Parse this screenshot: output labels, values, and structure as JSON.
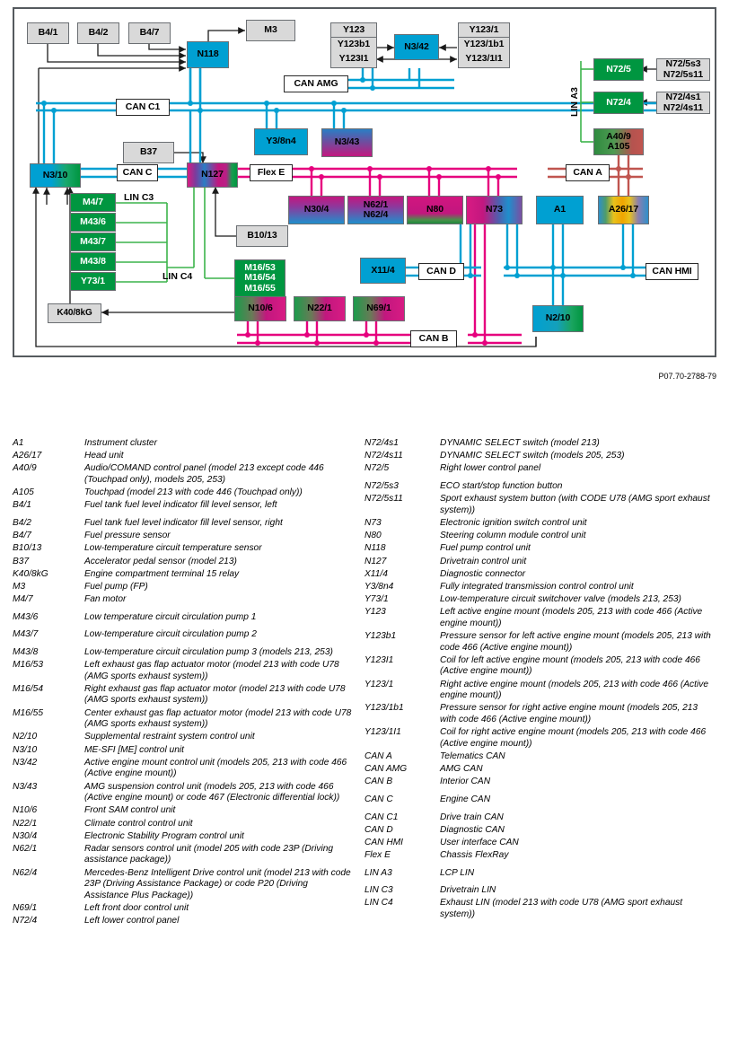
{
  "figure": {
    "reference": "P07.70-2788-79"
  },
  "diagram": {
    "nodes": [
      {
        "id": "B4/1",
        "label": "B4/1"
      },
      {
        "id": "B4/2",
        "label": "B4/2"
      },
      {
        "id": "B4/7",
        "label": "B4/7"
      },
      {
        "id": "M3",
        "label": "M3"
      },
      {
        "id": "N118",
        "label": "N118"
      },
      {
        "id": "Y123",
        "label": "Y123"
      },
      {
        "id": "Y123b1",
        "label": "Y123b1"
      },
      {
        "id": "Y123I1",
        "label": "Y123I1"
      },
      {
        "id": "N3/42",
        "label": "N3/42"
      },
      {
        "id": "Y123/1",
        "label": "Y123/1"
      },
      {
        "id": "Y123/1b1",
        "label": "Y123/1b1"
      },
      {
        "id": "Y123/1I1",
        "label": "Y123/1I1"
      },
      {
        "id": "N72/5",
        "label": "N72/5"
      },
      {
        "id": "N72/5s3",
        "label": "N72/5s3"
      },
      {
        "id": "N72/5s11",
        "label": "N72/5s11"
      },
      {
        "id": "N72/4",
        "label": "N72/4"
      },
      {
        "id": "N72/4s1",
        "label": "N72/4s1"
      },
      {
        "id": "N72/4s11",
        "label": "N72/4s11"
      },
      {
        "id": "A40/9",
        "label": "A40/9"
      },
      {
        "id": "A105",
        "label": "A105"
      },
      {
        "id": "Y3/8n4",
        "label": "Y3/8n4"
      },
      {
        "id": "N3/43",
        "label": "N3/43"
      },
      {
        "id": "B37",
        "label": "B37"
      },
      {
        "id": "N3/10",
        "label": "N3/10"
      },
      {
        "id": "N127",
        "label": "N127"
      },
      {
        "id": "M4/7",
        "label": "M4/7"
      },
      {
        "id": "M43/6",
        "label": "M43/6"
      },
      {
        "id": "M43/7",
        "label": "M43/7"
      },
      {
        "id": "M43/8",
        "label": "M43/8"
      },
      {
        "id": "Y73/1",
        "label": "Y73/1"
      },
      {
        "id": "B10/13",
        "label": "B10/13"
      },
      {
        "id": "M16/53",
        "label": "M16/53"
      },
      {
        "id": "M16/54",
        "label": "M16/54"
      },
      {
        "id": "M16/55",
        "label": "M16/55"
      },
      {
        "id": "N30/4",
        "label": "N30/4"
      },
      {
        "id": "N62/1",
        "label": "N62/1"
      },
      {
        "id": "N62/4",
        "label": "N62/4"
      },
      {
        "id": "N80",
        "label": "N80"
      },
      {
        "id": "N73",
        "label": "N73"
      },
      {
        "id": "A1",
        "label": "A1"
      },
      {
        "id": "A26/17",
        "label": "A26/17"
      },
      {
        "id": "X11/4",
        "label": "X11/4"
      },
      {
        "id": "K40/8kG",
        "label": "K40/8kG"
      },
      {
        "id": "N10/6",
        "label": "N10/6"
      },
      {
        "id": "N22/1",
        "label": "N22/1"
      },
      {
        "id": "N69/1",
        "label": "N69/1"
      },
      {
        "id": "N2/10",
        "label": "N2/10"
      }
    ],
    "bus_labels": [
      {
        "id": "CAN C1",
        "label": "CAN C1"
      },
      {
        "id": "CAN AMG",
        "label": "CAN AMG"
      },
      {
        "id": "CAN C",
        "label": "CAN C"
      },
      {
        "id": "Flex E",
        "label": "Flex E"
      },
      {
        "id": "CAN A",
        "label": "CAN A"
      },
      {
        "id": "CAN D",
        "label": "CAN D"
      },
      {
        "id": "CAN HMI",
        "label": "CAN HMI"
      },
      {
        "id": "CAN B",
        "label": "CAN B"
      }
    ],
    "inline_labels": [
      {
        "id": "LIN A3",
        "label": "LIN A3"
      },
      {
        "id": "LIN C3",
        "label": "LIN C3"
      },
      {
        "id": "LIN C4",
        "label": "LIN C4"
      }
    ],
    "colors": {
      "can_blue": "#00a0d2",
      "flexray_pink": "#e6007e",
      "lin_green": "#3cb44b",
      "can_a_red": "#c0554f",
      "box_grey": "#d9d9d9",
      "frame_grey": "#555a5e"
    }
  },
  "legend": {
    "left": [
      {
        "key": "A1",
        "desc": "Instrument cluster",
        "gap": false
      },
      {
        "key": "A26/17",
        "desc": "Head unit",
        "gap": false
      },
      {
        "key": "A40/9",
        "desc": "Audio/COMAND control panel (model 213 except code 446 (Touchpad only), models 205, 253)",
        "gap": false
      },
      {
        "key": "A105",
        "desc": "Touchpad (model 213 with code 446 (Touchpad only))",
        "gap": false
      },
      {
        "key": "B4/1",
        "desc": "Fuel tank fuel level indicator fill level sensor, left",
        "gap": false
      },
      {
        "key": "B4/2",
        "desc": "Fuel tank fuel level indicator fill level sensor, right",
        "gap": true
      },
      {
        "key": "B4/7",
        "desc": "Fuel pressure sensor",
        "gap": false
      },
      {
        "key": "B10/13",
        "desc": "Low-temperature circuit temperature sensor",
        "gap": false
      },
      {
        "key": "B37",
        "desc": "Accelerator pedal sensor (model 213)",
        "gap": false
      },
      {
        "key": "K40/8kG",
        "desc": "Engine compartment terminal 15 relay",
        "gap": false
      },
      {
        "key": "M3",
        "desc": "Fuel pump (FP)",
        "gap": false
      },
      {
        "key": "M4/7",
        "desc": "Fan motor",
        "gap": false
      },
      {
        "key": "M43/6",
        "desc": "Low temperature circuit circulation pump 1",
        "gap": true
      },
      {
        "key": "M43/7",
        "desc": "Low-temperature circuit circulation pump 2",
        "gap": true
      },
      {
        "key": "M43/8",
        "desc": "Low-temperature circuit circulation pump 3 (models 213, 253)",
        "gap": true
      },
      {
        "key": "M16/53",
        "desc": "Left exhaust gas flap actuator motor (model 213 with code U78 (AMG sports exhaust system))",
        "gap": false
      },
      {
        "key": "M16/54",
        "desc": "Right exhaust gas flap actuator motor (model 213 with code U78 (AMG sports exhaust system))",
        "gap": false
      },
      {
        "key": "M16/55",
        "desc": "Center exhaust gas flap actuator motor (model 213 with code U78 (AMG sports exhaust system))",
        "gap": false
      },
      {
        "key": "N2/10",
        "desc": "Supplemental restraint system control unit",
        "gap": false
      },
      {
        "key": "N3/10",
        "desc": "ME-SFI [ME] control unit",
        "gap": false
      },
      {
        "key": "N3/42",
        "desc": "Active engine mount control unit (models 205, 213 with code 466 (Active engine mount))",
        "gap": false
      },
      {
        "key": "N3/43",
        "desc": "AMG suspension control unit (models 205, 213 with code 466 (Active engine mount) or code 467 (Electronic differential lock))",
        "gap": false
      },
      {
        "key": "N10/6",
        "desc": "Front SAM control unit",
        "gap": false
      },
      {
        "key": "N22/1",
        "desc": "Climate control control unit",
        "gap": false
      },
      {
        "key": "N30/4",
        "desc": "Electronic Stability Program control unit",
        "gap": false
      },
      {
        "key": "N62/1",
        "desc": "Radar sensors control unit (model 205 with code 23P (Driving assistance package))",
        "gap": false
      },
      {
        "key": "N62/4",
        "desc": "Mercedes-Benz Intelligent Drive control unit (model 213 with code 23P (Driving Assistance Package) or code P20 (Driving Assistance Plus Package))",
        "gap": false
      },
      {
        "key": "N69/1",
        "desc": "Left front door control unit",
        "gap": false
      },
      {
        "key": "N72/4",
        "desc": "Left lower control panel",
        "gap": false
      }
    ],
    "right": [
      {
        "key": "N72/4s1",
        "desc": "DYNAMIC SELECT switch (model 213)",
        "gap": false
      },
      {
        "key": "N72/4s11",
        "desc": "DYNAMIC SELECT switch (models 205, 253)",
        "gap": false
      },
      {
        "key": "N72/5",
        "desc": "Right lower control panel",
        "gap": false
      },
      {
        "key": "N72/5s3",
        "desc": "ECO start/stop function button",
        "gap": true
      },
      {
        "key": "N72/5s11",
        "desc": "Sport exhaust system button (with CODE U78 (AMG sport exhaust system))",
        "gap": false
      },
      {
        "key": "N73",
        "desc": "Electronic ignition switch control unit",
        "gap": false
      },
      {
        "key": "N80",
        "desc": "Steering column module control unit",
        "gap": false
      },
      {
        "key": "N118",
        "desc": "Fuel pump control unit",
        "gap": false
      },
      {
        "key": "N127",
        "desc": "Drivetrain control unit",
        "gap": false
      },
      {
        "key": "X11/4",
        "desc": "Diagnostic connector",
        "gap": false
      },
      {
        "key": "Y3/8n4",
        "desc": "Fully integrated transmission control control unit",
        "gap": false
      },
      {
        "key": "Y73/1",
        "desc": "Low-temperature circuit switchover valve (models 213, 253)",
        "gap": false
      },
      {
        "key": "Y123",
        "desc": "Left active engine mount (models 205, 213 with code 466 (Active engine mount))",
        "gap": false
      },
      {
        "key": "Y123b1",
        "desc": "Pressure sensor for left active engine mount (models 205, 213 with code 466 (Active engine mount))",
        "gap": false
      },
      {
        "key": "Y123I1",
        "desc": "Coil for left active engine mount (models 205, 213 with code 466 (Active engine mount))",
        "gap": false
      },
      {
        "key": "Y123/1",
        "desc": "Right active engine mount (models 205, 213 with code 466 (Active engine mount))",
        "gap": false
      },
      {
        "key": "Y123/1b1",
        "desc": "Pressure sensor for right active engine mount (models 205, 213 with code 466 (Active engine mount))",
        "gap": false
      },
      {
        "key": "Y123/1I1",
        "desc": "Coil for right active engine mount (models 205, 213 with code 466 (Active engine mount))",
        "gap": false
      },
      {
        "key": "CAN A",
        "desc": "Telematics CAN",
        "gap": false
      },
      {
        "key": "CAN AMG",
        "desc": "AMG CAN",
        "gap": false
      },
      {
        "key": "CAN B",
        "desc": "Interior CAN",
        "gap": false
      },
      {
        "key": "CAN C",
        "desc": "Engine CAN",
        "gap": true
      },
      {
        "key": "CAN C1",
        "desc": "Drive train CAN",
        "gap": true
      },
      {
        "key": "CAN D",
        "desc": "Diagnostic CAN",
        "gap": false
      },
      {
        "key": "CAN HMI",
        "desc": "User interface CAN",
        "gap": false
      },
      {
        "key": "Flex E",
        "desc": "Chassis FlexRay",
        "gap": false
      },
      {
        "key": "LIN A3",
        "desc": "LCP LIN",
        "gap": true
      },
      {
        "key": "LIN C3",
        "desc": "Drivetrain LIN",
        "gap": true
      },
      {
        "key": "LIN C4",
        "desc": "Exhaust LIN (model 213 with code U78 (AMG sport exhaust system))",
        "gap": false
      }
    ]
  }
}
